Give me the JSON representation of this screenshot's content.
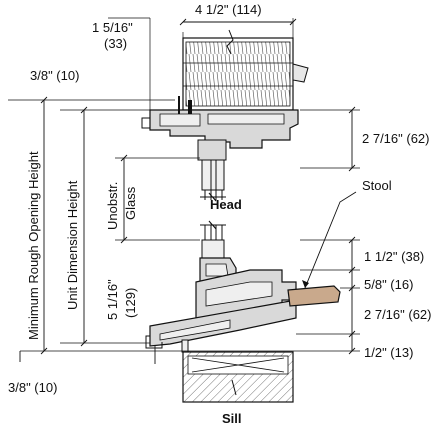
{
  "dimensions": {
    "overall_width": "4 1/2\" (114)",
    "head_offset_top": "1 5/16\"",
    "head_offset_top_mm": "(33)",
    "top_clearance": "3/8\" (10)",
    "head_height": "2 7/16\" (62)",
    "unit_lower": "5 1/16\"",
    "unit_lower_mm": "(129)",
    "sill_upper": "1 1/2\" (38)",
    "stool_offset": "5/8\" (16)",
    "sill_height": "2 7/16\" (62)",
    "sill_bottom": "1/2\" (13)",
    "bottom_clearance": "3/8\" (10)"
  },
  "labels": {
    "min_rough_opening": "Minimum Rough Opening Height",
    "unit_dimension": "Unit Dimension Height",
    "unobstructed": "Unobstr.",
    "glass": "Glass",
    "head": "Head",
    "sill": "Sill",
    "stool": "Stool"
  },
  "colors": {
    "line": "#111111",
    "frame_fill": "#d9d9d9",
    "light_fill": "#efefef",
    "stool_fill": "#c9a98c",
    "wood_hatch": "#777777"
  }
}
